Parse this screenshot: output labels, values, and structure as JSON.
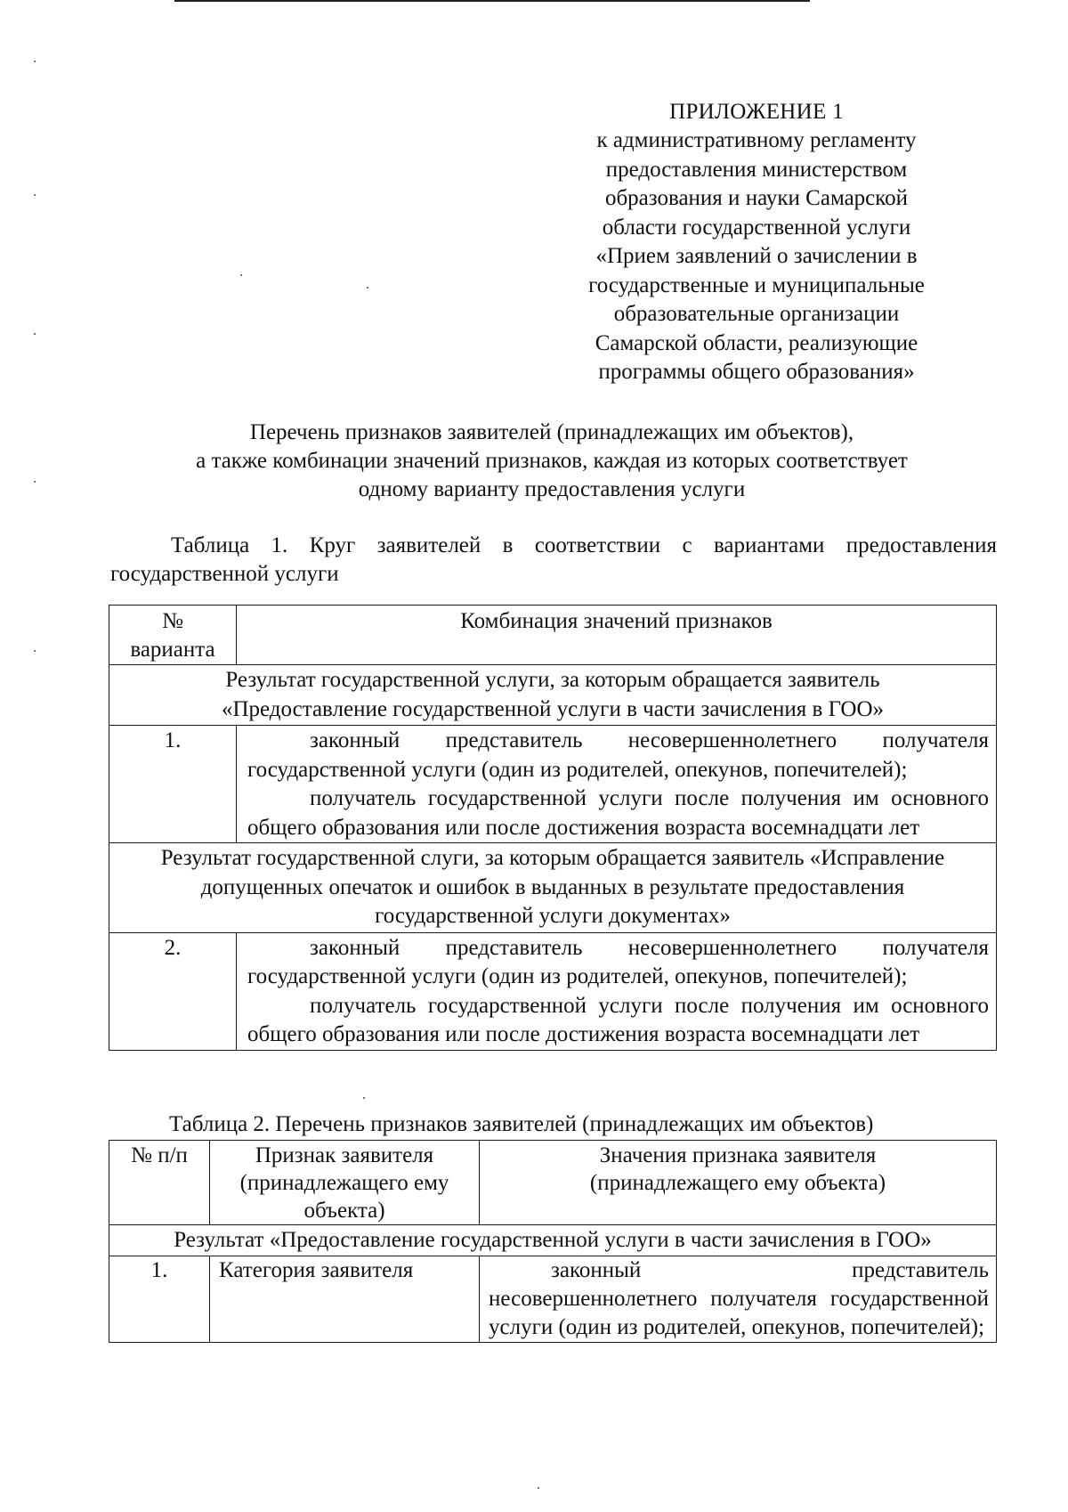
{
  "appendix": {
    "title": "ПРИЛОЖЕНИЕ 1",
    "lines": [
      "к административному регламенту",
      "предоставления министерством",
      "образования и науки Самарской",
      "области государственной услуги",
      "«Прием заявлений о зачислении в",
      "государственные и муниципальные",
      "образовательные организации",
      "Самарской области, реализующие",
      "программы общего образования»"
    ]
  },
  "heading": {
    "lines": [
      "Перечень признаков заявителей (принадлежащих им объектов),",
      "а также комбинации значений признаков, каждая из которых соответствует",
      "одному варианту предоставления услуги"
    ]
  },
  "table1": {
    "caption": "Таблица 1. Круг заявителей в соответствии с вариантами предоставления государственной услуги",
    "header_no": "№ варианта",
    "header_no_line1": "№",
    "header_no_line2": "варианта",
    "header_combination": "Комбинация значений признаков",
    "sections": [
      {
        "title": "Результат государственной услуги, за которым обращается заявитель «Предоставление государственной услуги в части зачисления в ГОО»",
        "number": "1.",
        "items": [
          "законный представитель несовершеннолетнего получателя государственной услуги (один из родителей, опекунов, попечителей);",
          "получатель государственной услуги после получения им основного общего образования или после достижения возраста восемнадцати лет"
        ]
      },
      {
        "title": "Результат государственной слуги, за которым обращается заявитель «Исправление допущенных опечаток и ошибок в выданных в результате предоставления государственной услуги документах»",
        "number": "2.",
        "items": [
          "законный представитель несовершеннолетнего получателя государственной услуги (один из родителей, опекунов, попечителей);",
          "получатель государственной услуги после получения им основного общего образования или после достижения возраста восемнадцати лет"
        ]
      }
    ]
  },
  "table2": {
    "caption": "Таблица 2. Перечень признаков заявителей (принадлежащих им объектов)",
    "header_no": "№ п/п",
    "header_sign": "Признак заявителя (принадлежащего ему объекта)",
    "header_sign_lines": [
      "Признак заявителя",
      "(принадлежащего ему",
      "объекта)"
    ],
    "header_values": "Значения признака заявителя (принадлежащего ему объекта)",
    "header_values_lines": [
      "Значения признака заявителя",
      "(принадлежащего ему объекта)"
    ],
    "section_title": "Результат «Предоставление государственной услуги в части зачисления в ГОО»",
    "rows": [
      {
        "number": "1.",
        "sign": "Категория заявителя",
        "value": "законный представитель несовершеннолетнего получателя государственной услуги (один из родителей, опекунов, попечителей);"
      }
    ]
  }
}
